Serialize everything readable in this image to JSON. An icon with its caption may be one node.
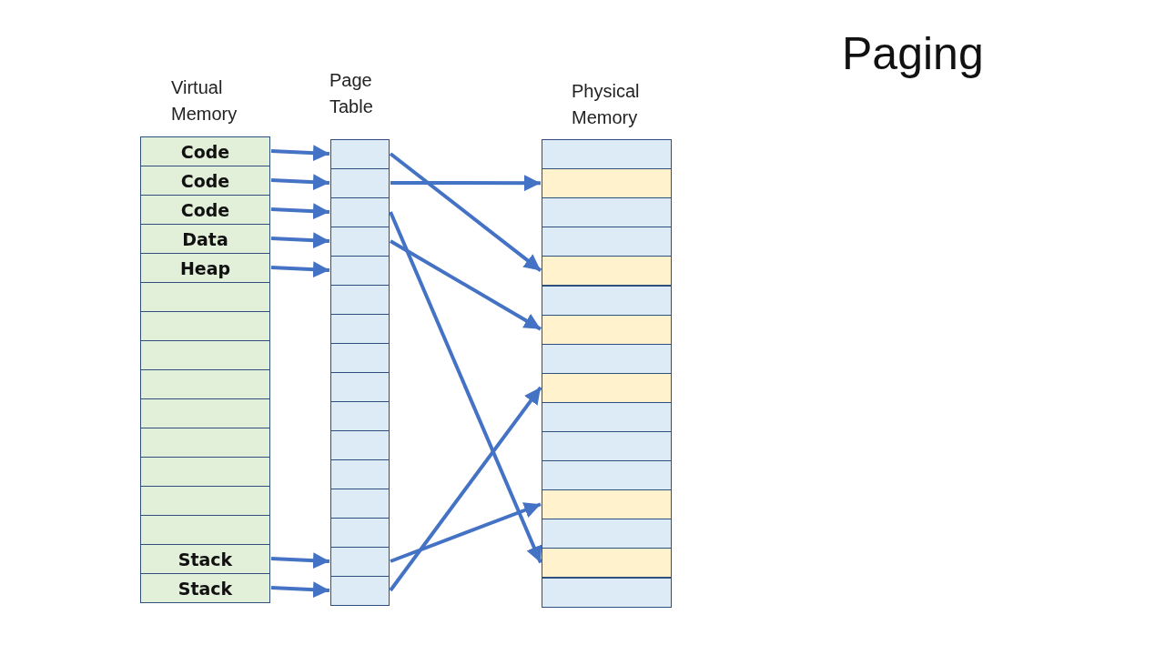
{
  "diagram": {
    "title": "Paging",
    "nodes": [
      {
        "text": [
          "Code"
        ]
      },
      {
        "text": [
          "Code"
        ]
      },
      {
        "text": [
          "Code"
        ]
      },
      {
        "text": [
          "Data"
        ]
      },
      {
        "text": [
          "Heap"
        ]
      },
      {
        "text": [],
        "shape": "box"
      },
      {
        "text": [],
        "shape": "box"
      },
      {
        "text": [],
        "shape": "box"
      },
      {
        "text": [],
        "shape": "box"
      },
      {
        "text": [],
        "shape": "box"
      },
      {
        "text": [],
        "shape": "box"
      },
      {
        "text": [],
        "shape": "box"
      },
      {
        "text": [],
        "shape": "box"
      },
      {
        "text": [],
        "shape": "box"
      },
      {
        "text": [
          "Stack"
        ]
      },
      {
        "text": [
          "Stack"
        ]
      },
      {
        "text": [],
        "shape": "box"
      },
      {
        "text": [],
        "shape": "box"
      },
      {
        "text": [],
        "shape": "box"
      },
      {
        "text": [],
        "shape": "box"
      },
      {
        "text": [],
        "shape": "box"
      },
      {
        "text": [],
        "shape": "box"
      },
      {
        "text": [],
        "shape": "box"
      },
      {
        "text": [],
        "shape": "box"
      },
      {
        "text": [],
        "shape": "box"
      },
      {
        "text": [],
        "shape": "box"
      },
      {
        "text": [],
        "shape": "box"
      },
      {
        "text": [],
        "shape": "box"
      },
      {
        "text": [],
        "shape": "box"
      },
      {
        "text": [],
        "shape": "box"
      },
      {
        "text": [],
        "shape": "box"
      },
      {
        "text": [],
        "shape": "box"
      },
      {
        "text": [],
        "shape": "box"
      },
      {
        "text": [],
        "shape": "box"
      },
      {
        "text": [],
        "shape": "box"
      },
      {
        "text": [],
        "shape": "box"
      },
      {
        "text": [],
        "shape": "box"
      },
      {
        "text": [],
        "shape": "box"
      },
      {
        "text": [],
        "shape": "box"
      },
      {
        "text": [],
        "shape": "box"
      },
      {
        "text": [],
        "shape": "box"
      },
      {
        "text": [],
        "shape": "box"
      },
      {
        "text": [],
        "shape": "box"
      },
      {
        "text": [],
        "shape": "box"
      },
      {
        "text": [],
        "shape": "box"
      },
      {
        "text": [],
        "shape": "box"
      },
      {
        "text": [],
        "shape": "box"
      },
      {
        "text": [],
        "shape": "box"
      }
    ],
    "edges": [
      {
        "from": 0,
        "to": 16,
        "arrow": "to"
      },
      {
        "from": 1,
        "to": 17,
        "arrow": "to"
      },
      {
        "from": 2,
        "to": 18,
        "arrow": "to"
      },
      {
        "from": 3,
        "to": 19,
        "arrow": "to"
      },
      {
        "from": 4,
        "to": 20,
        "arrow": "to"
      },
      {
        "from": 14,
        "to": 30,
        "arrow": "to"
      },
      {
        "from": 15,
        "to": 31,
        "arrow": "to"
      },
      {
        "from": 16,
        "to": 36,
        "arrow": "to"
      },
      {
        "from": 17,
        "to": 33,
        "arrow": "to"
      },
      {
        "from": 18,
        "to": 46,
        "arrow": "to"
      },
      {
        "from": 19,
        "to": 38,
        "arrow": "to"
      },
      {
        "from": 30,
        "to": 44,
        "arrow": "to"
      },
      {
        "from": 31,
        "to": 40,
        "arrow": "to"
      }
    ],
    "labels": [
      "Virtual Memory",
      "Page Table",
      "Physical Memory"
    ]
  }
}
